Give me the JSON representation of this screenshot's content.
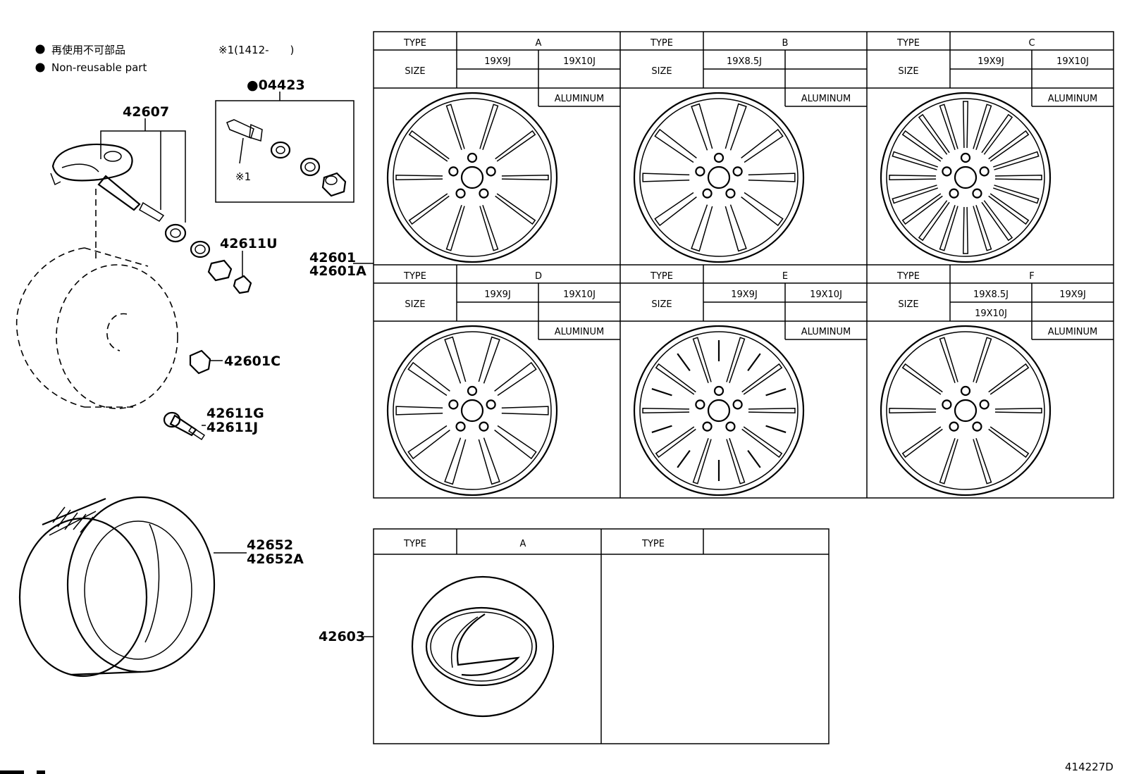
{
  "legend": {
    "japanese": "再使用不可部品",
    "english": "Non-reusable part",
    "note": "※1(1412-　　)"
  },
  "parts": {
    "kit_04423": "●04423",
    "kit_note": "※1",
    "sensor_42607": "42607",
    "cap_42611u": "42611U",
    "wheel_42601": "42601",
    "wheel_42601a": "42601A",
    "nut_42601c": "42601C",
    "valve_42611g": "42611G",
    "valve_42611j": "42611J",
    "tire_42652": "42652",
    "tire_42652a": "42652A",
    "ornament_42603": "42603"
  },
  "wheel_table": {
    "type_header": "TYPE",
    "size_header": "SIZE",
    "cells": [
      {
        "type": "A",
        "sizes": [
          "19X9J",
          "19X10J"
        ],
        "material": "ALUMINUM"
      },
      {
        "type": "B",
        "sizes": [
          "19X8.5J"
        ],
        "material": "ALUMINUM"
      },
      {
        "type": "C",
        "sizes": [
          "19X9J",
          "19X10J"
        ],
        "material": "ALUMINUM"
      },
      {
        "type": "D",
        "sizes": [
          "19X9J",
          "19X10J"
        ],
        "material": "ALUMINUM"
      },
      {
        "type": "E",
        "sizes": [
          "19X9J",
          "19X10J"
        ],
        "material": "ALUMINUM"
      },
      {
        "type": "F",
        "sizes": [
          "19X8.5J",
          "19X9J",
          "19X10J"
        ],
        "material": "ALUMINUM"
      }
    ]
  },
  "ornament_table": {
    "type_header": "TYPE",
    "cells": [
      {
        "type": "A"
      },
      {
        "type": ""
      }
    ]
  },
  "drawing_id": "414227D"
}
